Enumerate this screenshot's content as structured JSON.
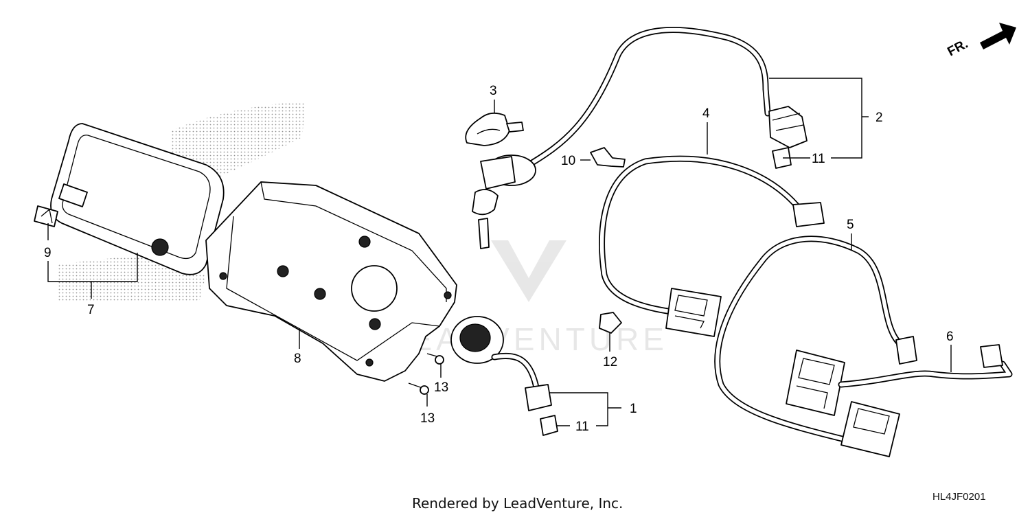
{
  "diagram": {
    "callouts": {
      "c1": "1",
      "c2": "2",
      "c3": "3",
      "c4": "4",
      "c5": "5",
      "c6": "6",
      "c7": "7",
      "c8": "8",
      "c9": "9",
      "c10": "10",
      "c11a": "11",
      "c11b": "11",
      "c12": "12",
      "c13a": "13",
      "c13b": "13"
    },
    "direction_label": "FR.",
    "watermark": "LEADVENTURE",
    "footer": "Rendered by LeadVenture, Inc.",
    "diagram_code": "HL4JF0201"
  }
}
